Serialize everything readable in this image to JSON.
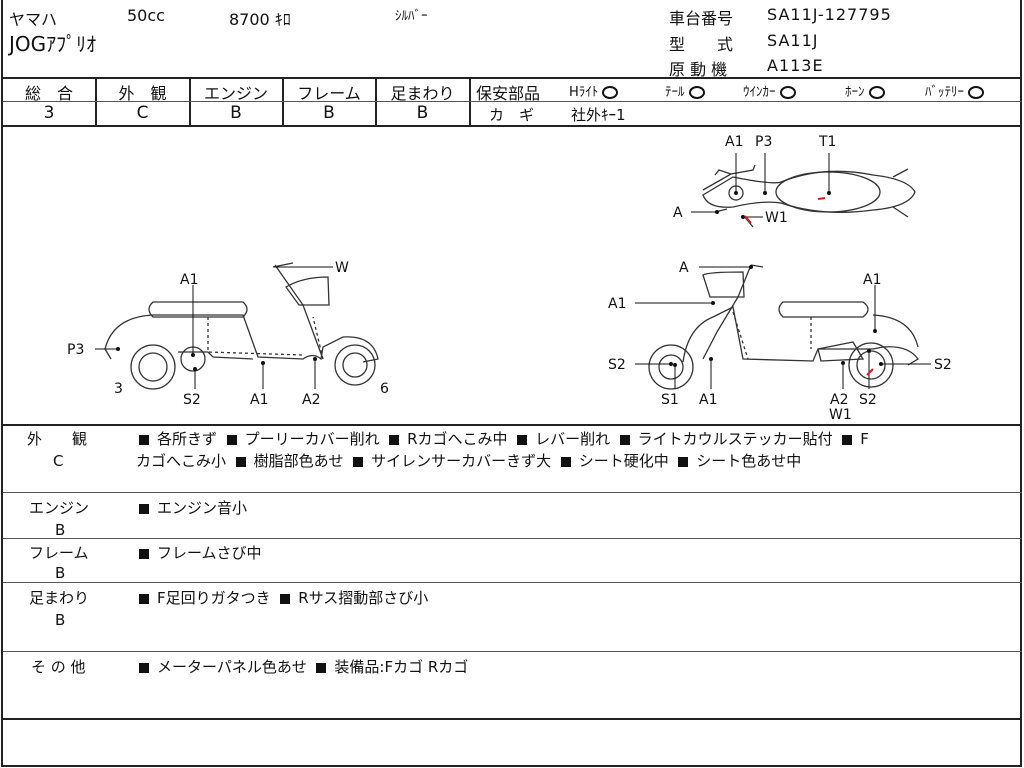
{
  "header": {
    "maker": "ヤマハ",
    "displacement": "50cc",
    "mileage": "8700 ｷﾛ",
    "color": "ｼﾙﾊﾞｰ",
    "model": "JOGｱﾌﾟﾘｵ",
    "chassis_label": "車台番号",
    "chassis_value": "SA11J-127795",
    "type_label": "型　　式",
    "type_value": "SA11J",
    "engine_label": "原 動 機",
    "engine_value": "A113E"
  },
  "grades": [
    {
      "label": "総　合",
      "value": "3"
    },
    {
      "label": "外　観",
      "value": "C"
    },
    {
      "label": "エンジン",
      "value": "B"
    },
    {
      "label": "フレーム",
      "value": "B"
    },
    {
      "label": "足まわり",
      "value": "B"
    }
  ],
  "safety": {
    "label": "保安部品",
    "items": [
      "Hﾗｲﾄ",
      "ﾃｰﾙ",
      "ｳｲﾝｶｰ",
      "ﾎｰﾝ",
      "ﾊﾞｯﾃﾘｰ"
    ],
    "key_label": "カ　ギ",
    "key_value": "社外ｷｰ1"
  },
  "diagram_labels": {
    "top": [
      "A1",
      "P3",
      "T1",
      "A",
      "W1"
    ],
    "left": [
      "A1",
      "W",
      "P3",
      "3",
      "S2",
      "A1",
      "A2",
      "6"
    ],
    "right": [
      "A",
      "A1",
      "A1",
      "S2",
      "S1",
      "A1",
      "A2",
      "S2",
      "W1",
      "S2"
    ]
  },
  "remarks": [
    {
      "cat": "外　　観",
      "grade": "C",
      "line1": [
        "各所きず",
        "プーリーカバー削れ",
        "Rカゴへこみ中",
        "レバー削れ",
        "ライトカウルステッカー貼付",
        "F"
      ],
      "line2": [
        "カゴへこみ小",
        "樹脂部色あせ",
        "サイレンサーカバーきず大",
        "シート硬化中",
        "シート色あせ中"
      ]
    },
    {
      "cat": "エンジン",
      "grade": "B",
      "line1": [
        "エンジン音小"
      ]
    },
    {
      "cat": "フレーム",
      "grade": "B",
      "line1": [
        "フレームさび中"
      ]
    },
    {
      "cat": "足まわり",
      "grade": "B",
      "line1": [
        "F足回りガタつき",
        "Rサス摺動部さび小"
      ]
    },
    {
      "cat": "そ の 他",
      "grade": "",
      "line1": [
        "メーターパネル色あせ",
        "装備品:Fカゴ Rカゴ"
      ]
    }
  ],
  "colors": {
    "line": "#222222",
    "damage_mark": "#cc2222"
  }
}
